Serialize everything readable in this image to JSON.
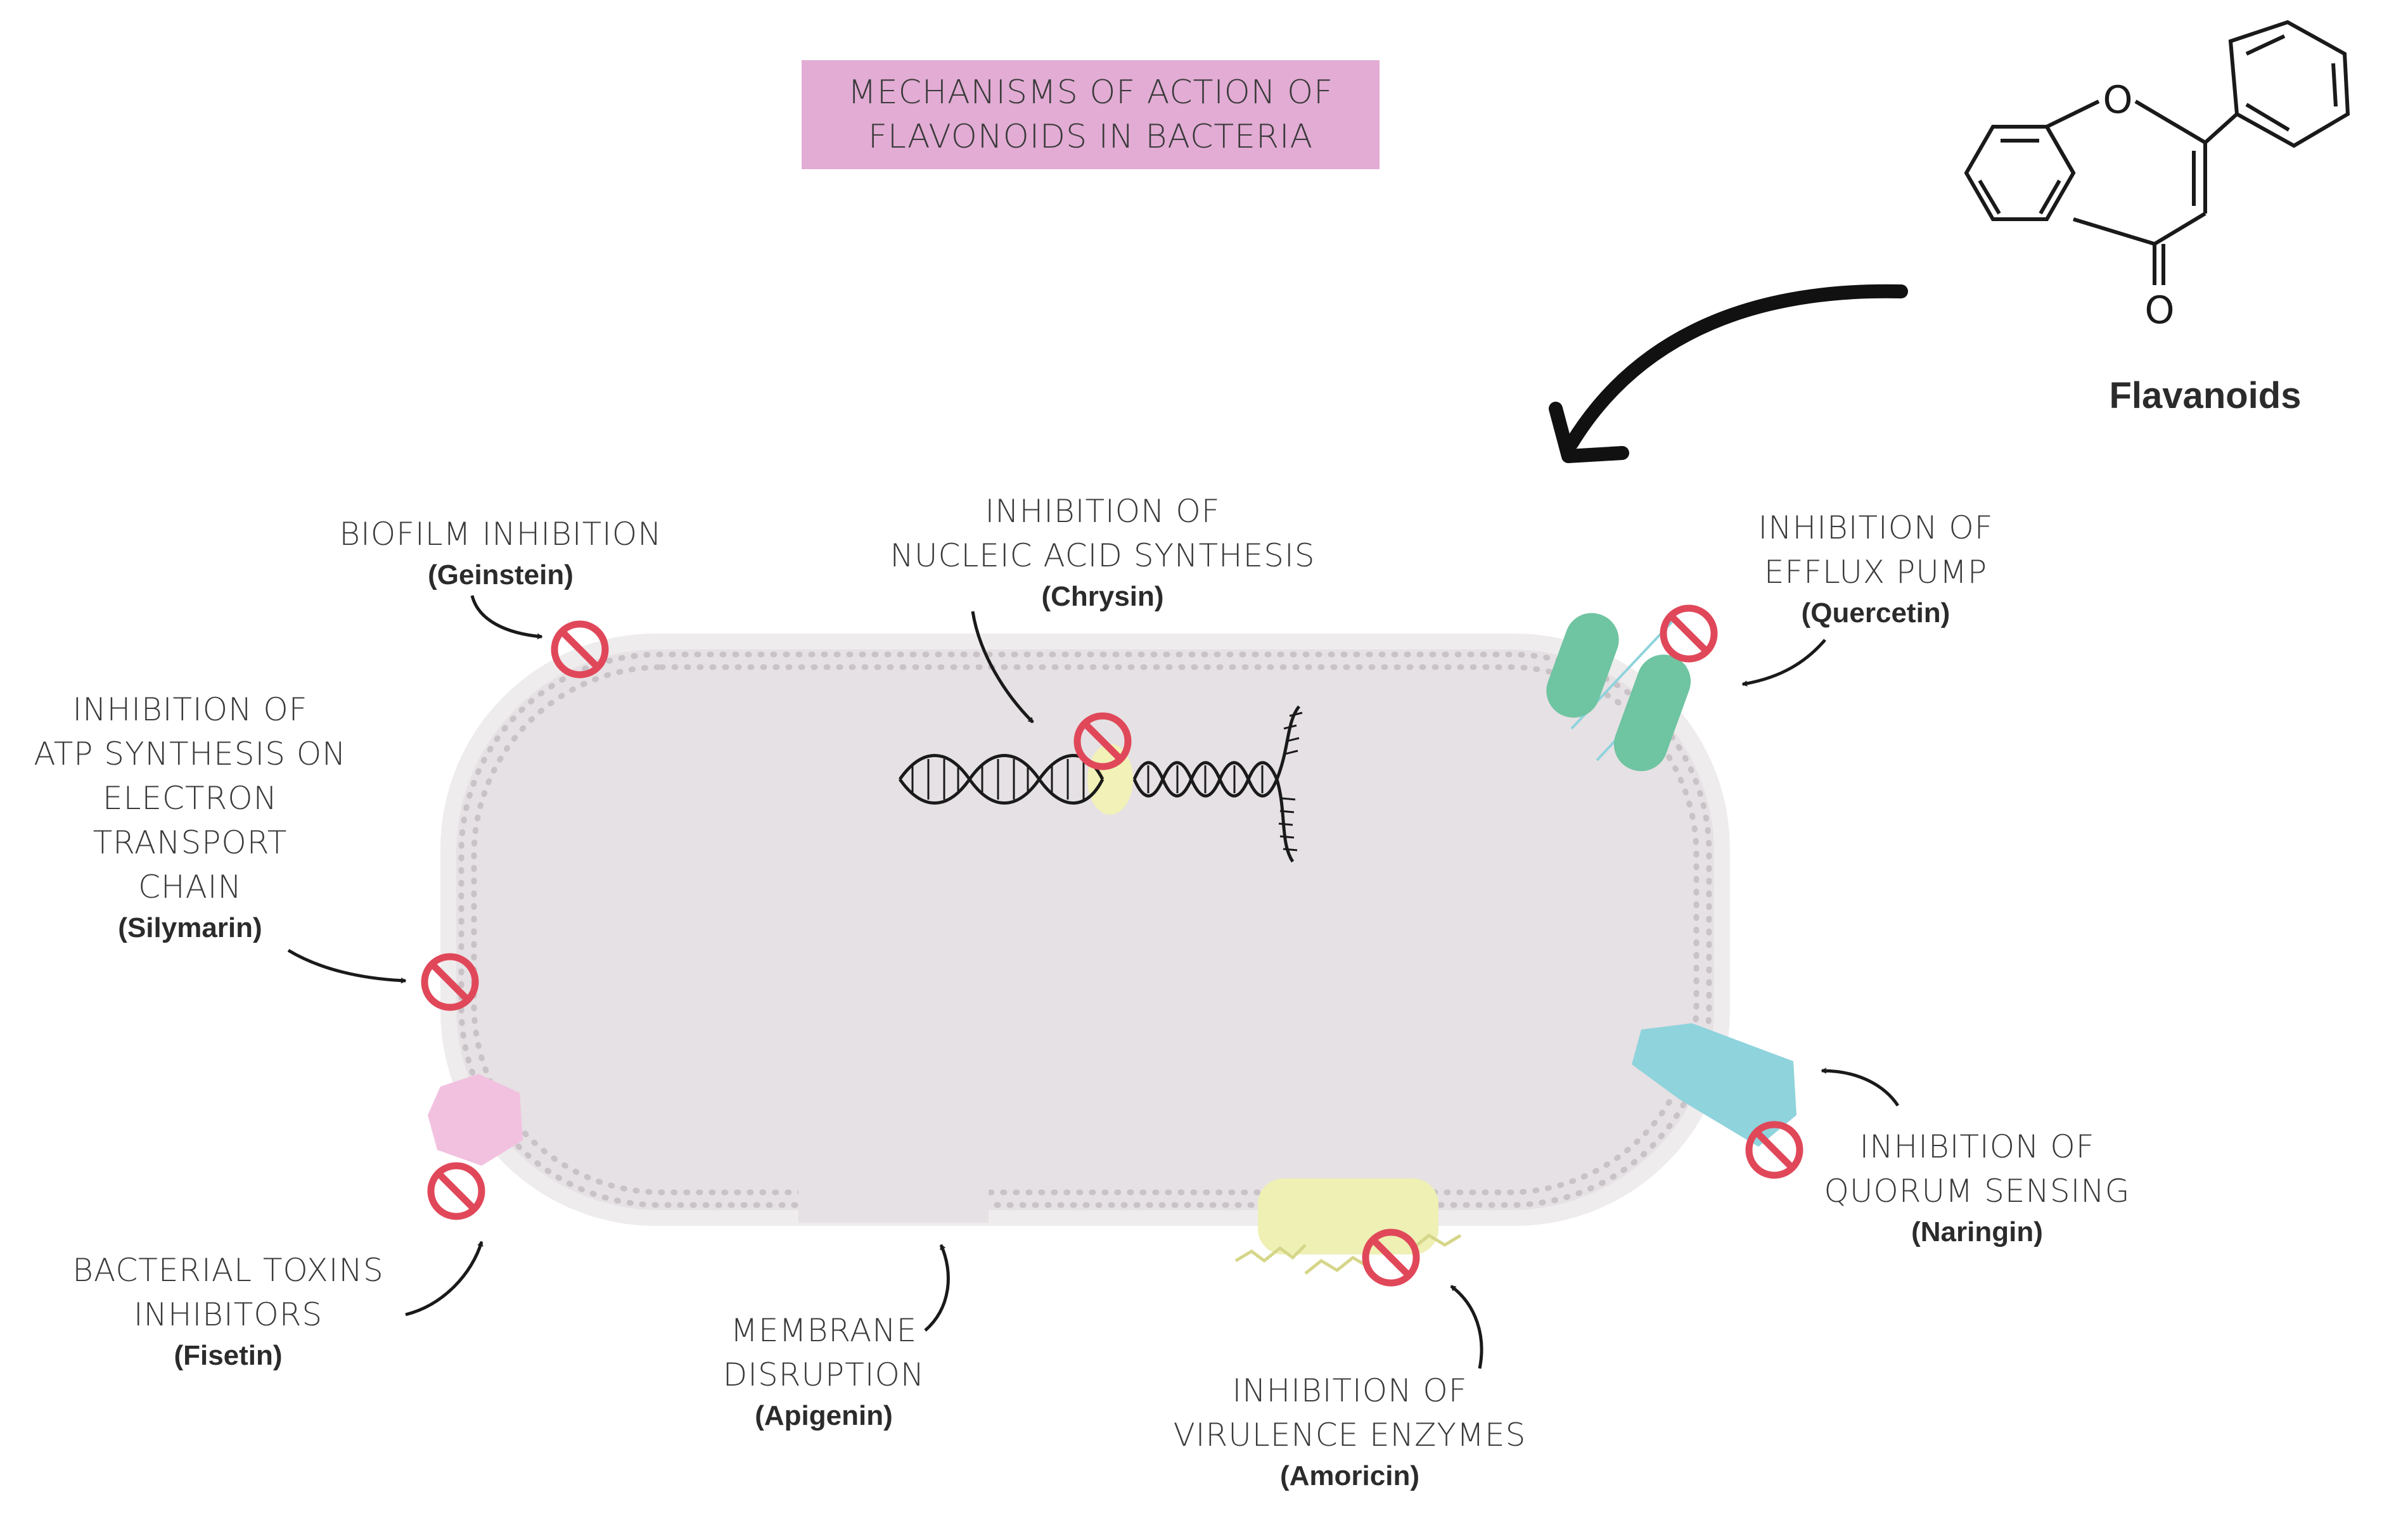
{
  "title": {
    "line1": "MECHANISMS OF ACTION OF",
    "line2": "FLAVONOIDS IN BACTERIA"
  },
  "flavanoids_label": "Flavanoids",
  "molecule_atoms": {
    "ring_oxygen": "O",
    "carbonyl_oxygen": "O"
  },
  "mechanisms": {
    "biofilm": {
      "lines": [
        "BIOFILM INHIBITION"
      ],
      "agent": "(Geinstein)"
    },
    "nucleic": {
      "lines": [
        "INHIBITION OF",
        "NUCLEIC ACID SYNTHESIS"
      ],
      "agent": "(Chrysin)"
    },
    "efflux": {
      "lines": [
        "INHIBITION OF",
        "EFFLUX PUMP"
      ],
      "agent": "(Quercetin)"
    },
    "atp": {
      "lines": [
        "INHIBITION OF",
        "ATP SYNTHESIS ON",
        "ELECTRON",
        "TRANSPORT",
        "CHAIN"
      ],
      "agent": "(Silymarin)"
    },
    "quorum": {
      "lines": [
        "INHIBITION OF",
        "QUORUM SENSING"
      ],
      "agent": "(Naringin)"
    },
    "toxins": {
      "lines": [
        "BACTERIAL TOXINS",
        "INHIBITORS"
      ],
      "agent": "(Fisetin)"
    },
    "membrane": {
      "lines": [
        "MEMBRANE",
        "DISRUPTION"
      ],
      "agent": "(Apigenin)"
    },
    "virulence": {
      "lines": [
        "INHIBITION OF",
        "VIRULENCE ENZYMES"
      ],
      "agent": "(Amoricin)"
    }
  },
  "colors": {
    "title_bg": "#e2acd4",
    "cell_fill": "#e6e1e4",
    "cell_wall": "#efeced",
    "inhibit_red": "#e0485a",
    "efflux_green": "#6fc4a2",
    "quorum_cyan": "#8fd3dc",
    "toxin_pink": "#f2c1df",
    "enzyme_yellow": "#eef0b4",
    "dna_yellow": "#f1f1b8"
  }
}
